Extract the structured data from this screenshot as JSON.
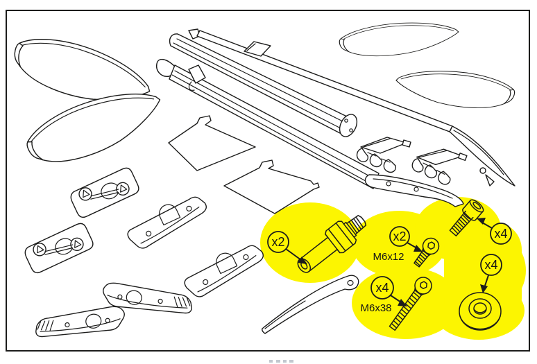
{
  "canvas": {
    "background": "#ffffff",
    "line_color": "#1c1c1b",
    "frame_color": "#1c1c1b",
    "highlight_color": "#fcf501"
  },
  "callouts": {
    "stud": {
      "qty": "x2"
    },
    "short_screw": {
      "qty": "x2",
      "size": "M6x12"
    },
    "cap_screw": {
      "qty": "x4"
    },
    "long_screw": {
      "qty": "x4",
      "size": "M6x38"
    },
    "washer": {
      "qty": "x4"
    }
  }
}
